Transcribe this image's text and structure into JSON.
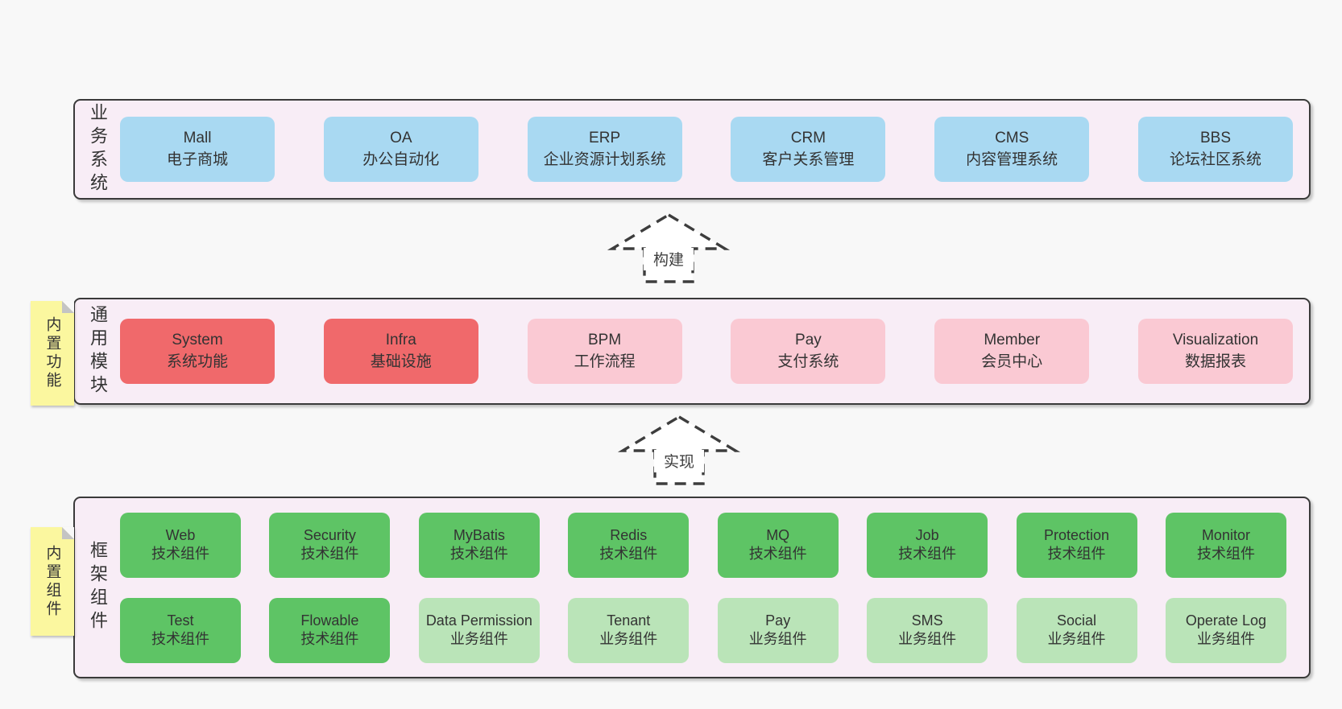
{
  "colors": {
    "page_bg": "#f8f8f8",
    "band_bg": "#f8edf6",
    "band_border": "#3a3a3a",
    "blue_box": "#a9d9f2",
    "red_box": "#f0696b",
    "pink_box": "#fac9d3",
    "green_dark_box": "#5ec465",
    "green_light_box": "#bae4b8",
    "sticky_yellow": "#fbf79f",
    "sticky_fold": "#c4c4c4",
    "text": "#333333"
  },
  "arrows": {
    "build": {
      "label": "构建"
    },
    "implement": {
      "label": "实现"
    }
  },
  "bands": {
    "business": {
      "label": "业务系统",
      "boxes": [
        {
          "en": "Mall",
          "zh": "电子商城",
          "variant": "blue"
        },
        {
          "en": "OA",
          "zh": "办公自动化",
          "variant": "blue"
        },
        {
          "en": "ERP",
          "zh": "企业资源计划系统",
          "variant": "blue"
        },
        {
          "en": "CRM",
          "zh": "客户关系管理",
          "variant": "blue"
        },
        {
          "en": "CMS",
          "zh": "内容管理系统",
          "variant": "blue"
        },
        {
          "en": "BBS",
          "zh": "论坛社区系统",
          "variant": "blue"
        }
      ]
    },
    "modules": {
      "label": "通用模块",
      "sticky": "内置功能",
      "boxes": [
        {
          "en": "System",
          "zh": "系统功能",
          "variant": "red"
        },
        {
          "en": "Infra",
          "zh": "基础设施",
          "variant": "red"
        },
        {
          "en": "BPM",
          "zh": "工作流程",
          "variant": "pink"
        },
        {
          "en": "Pay",
          "zh": "支付系统",
          "variant": "pink"
        },
        {
          "en": "Member",
          "zh": "会员中心",
          "variant": "pink"
        },
        {
          "en": "Visualization",
          "zh": "数据报表",
          "variant": "pink"
        }
      ]
    },
    "components": {
      "label": "框架组件",
      "sticky": "内置组件",
      "row1": [
        {
          "en": "Web",
          "zh": "技术组件",
          "variant": "green-dark"
        },
        {
          "en": "Security",
          "zh": "技术组件",
          "variant": "green-dark"
        },
        {
          "en": "MyBatis",
          "zh": "技术组件",
          "variant": "green-dark"
        },
        {
          "en": "Redis",
          "zh": "技术组件",
          "variant": "green-dark"
        },
        {
          "en": "MQ",
          "zh": "技术组件",
          "variant": "green-dark"
        },
        {
          "en": "Job",
          "zh": "技术组件",
          "variant": "green-dark"
        },
        {
          "en": "Protection",
          "zh": "技术组件",
          "variant": "green-dark"
        },
        {
          "en": "Monitor",
          "zh": "技术组件",
          "variant": "green-dark"
        }
      ],
      "row2": [
        {
          "en": "Test",
          "zh": "技术组件",
          "variant": "green-dark"
        },
        {
          "en": "Flowable",
          "zh": "技术组件",
          "variant": "green-dark"
        },
        {
          "en": "Data Permission",
          "zh": "业务组件",
          "variant": "green-light"
        },
        {
          "en": "Tenant",
          "zh": "业务组件",
          "variant": "green-light"
        },
        {
          "en": "Pay",
          "zh": "业务组件",
          "variant": "green-light"
        },
        {
          "en": "SMS",
          "zh": "业务组件",
          "variant": "green-light"
        },
        {
          "en": "Social",
          "zh": "业务组件",
          "variant": "green-light"
        },
        {
          "en": "Operate Log",
          "zh": "业务组件",
          "variant": "green-light"
        }
      ]
    }
  }
}
